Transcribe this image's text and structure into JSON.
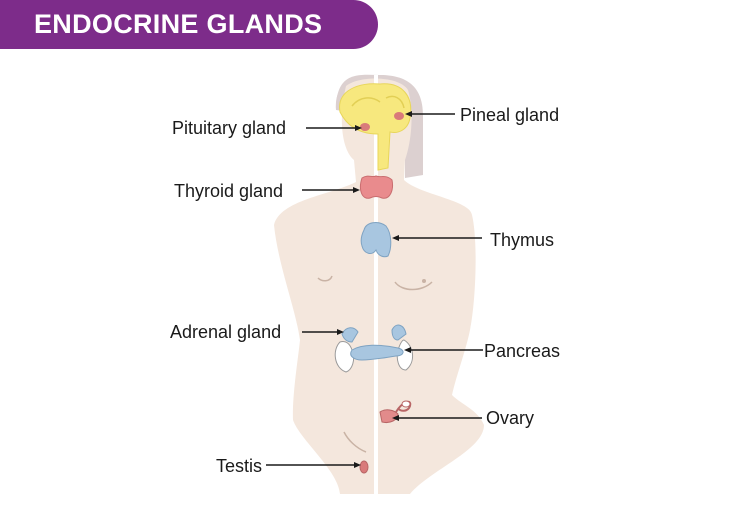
{
  "header": {
    "title": "ENDOCRINE GLANDS"
  },
  "colors": {
    "banner": "#7d2c8a",
    "body_skin": "#f2e6dc",
    "hair": "#dacece",
    "brain": "#f7e97c",
    "thyroid": "#e88a8c",
    "blue_glands": "#a9c7e0",
    "pink_glands": "#e28b8b"
  },
  "labels": {
    "pituitary": "Pituitary gland",
    "pineal": "Pineal gland",
    "thyroid": "Thyroid gland",
    "thymus": "Thymus",
    "adrenal": "Adrenal gland",
    "pancreas": "Pancreas",
    "ovary": "Ovary",
    "testis": "Testis"
  }
}
